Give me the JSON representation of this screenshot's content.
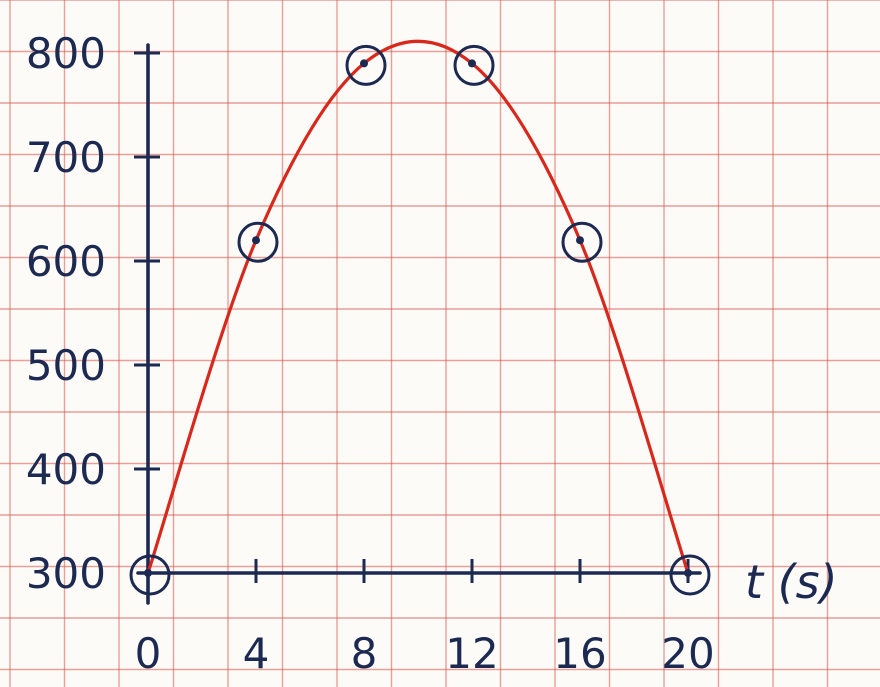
{
  "chart_data": {
    "type": "line",
    "xlabel": "t (s)",
    "ylabel": "",
    "x": [
      0,
      4,
      8,
      12,
      16,
      20
    ],
    "series": [
      {
        "values": [
          300,
          620,
          790,
          790,
          620,
          300
        ]
      }
    ],
    "xticks": [
      "0",
      "4",
      "8",
      "12",
      "16",
      "20"
    ],
    "yticks": [
      "300",
      "400",
      "500",
      "600",
      "700",
      "800"
    ],
    "xlim": [
      0,
      20
    ],
    "ylim": [
      300,
      800
    ],
    "grid": true,
    "colors": {
      "curve": "#d8281c",
      "ink": "#1c2a52",
      "grid": "#d9534a"
    }
  }
}
